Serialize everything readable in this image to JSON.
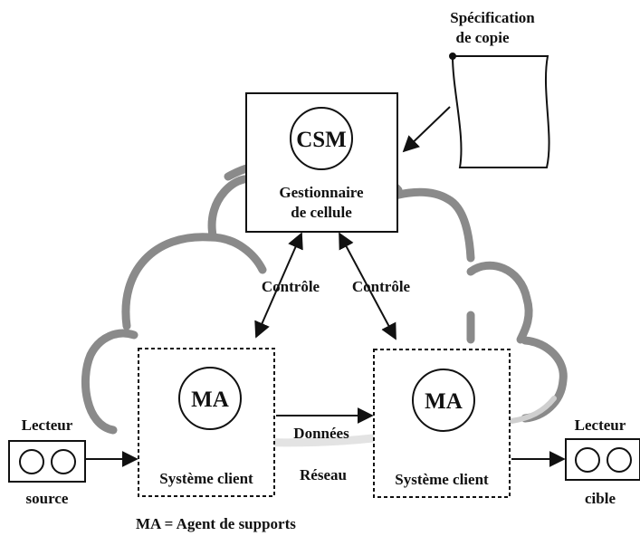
{
  "spec": {
    "line1": "Spécification",
    "line2": "de copie"
  },
  "csm": {
    "acronym": "CSM",
    "line1": "Gestionnaire",
    "line2": "de cellule"
  },
  "control_left": "Contrôle",
  "control_right": "Contrôle",
  "client_left": {
    "acronym": "MA",
    "label": "Système client"
  },
  "client_right": {
    "acronym": "MA",
    "label": "Système client"
  },
  "data_label": "Données",
  "network_label": "Réseau",
  "reader_source": {
    "top": "Lecteur",
    "bottom": "source"
  },
  "reader_target": {
    "top": "Lecteur",
    "bottom": "cible"
  },
  "legend": "MA = Agent de supports",
  "colors": {
    "cloud": "#8a8a8a",
    "ink": "#111111"
  }
}
